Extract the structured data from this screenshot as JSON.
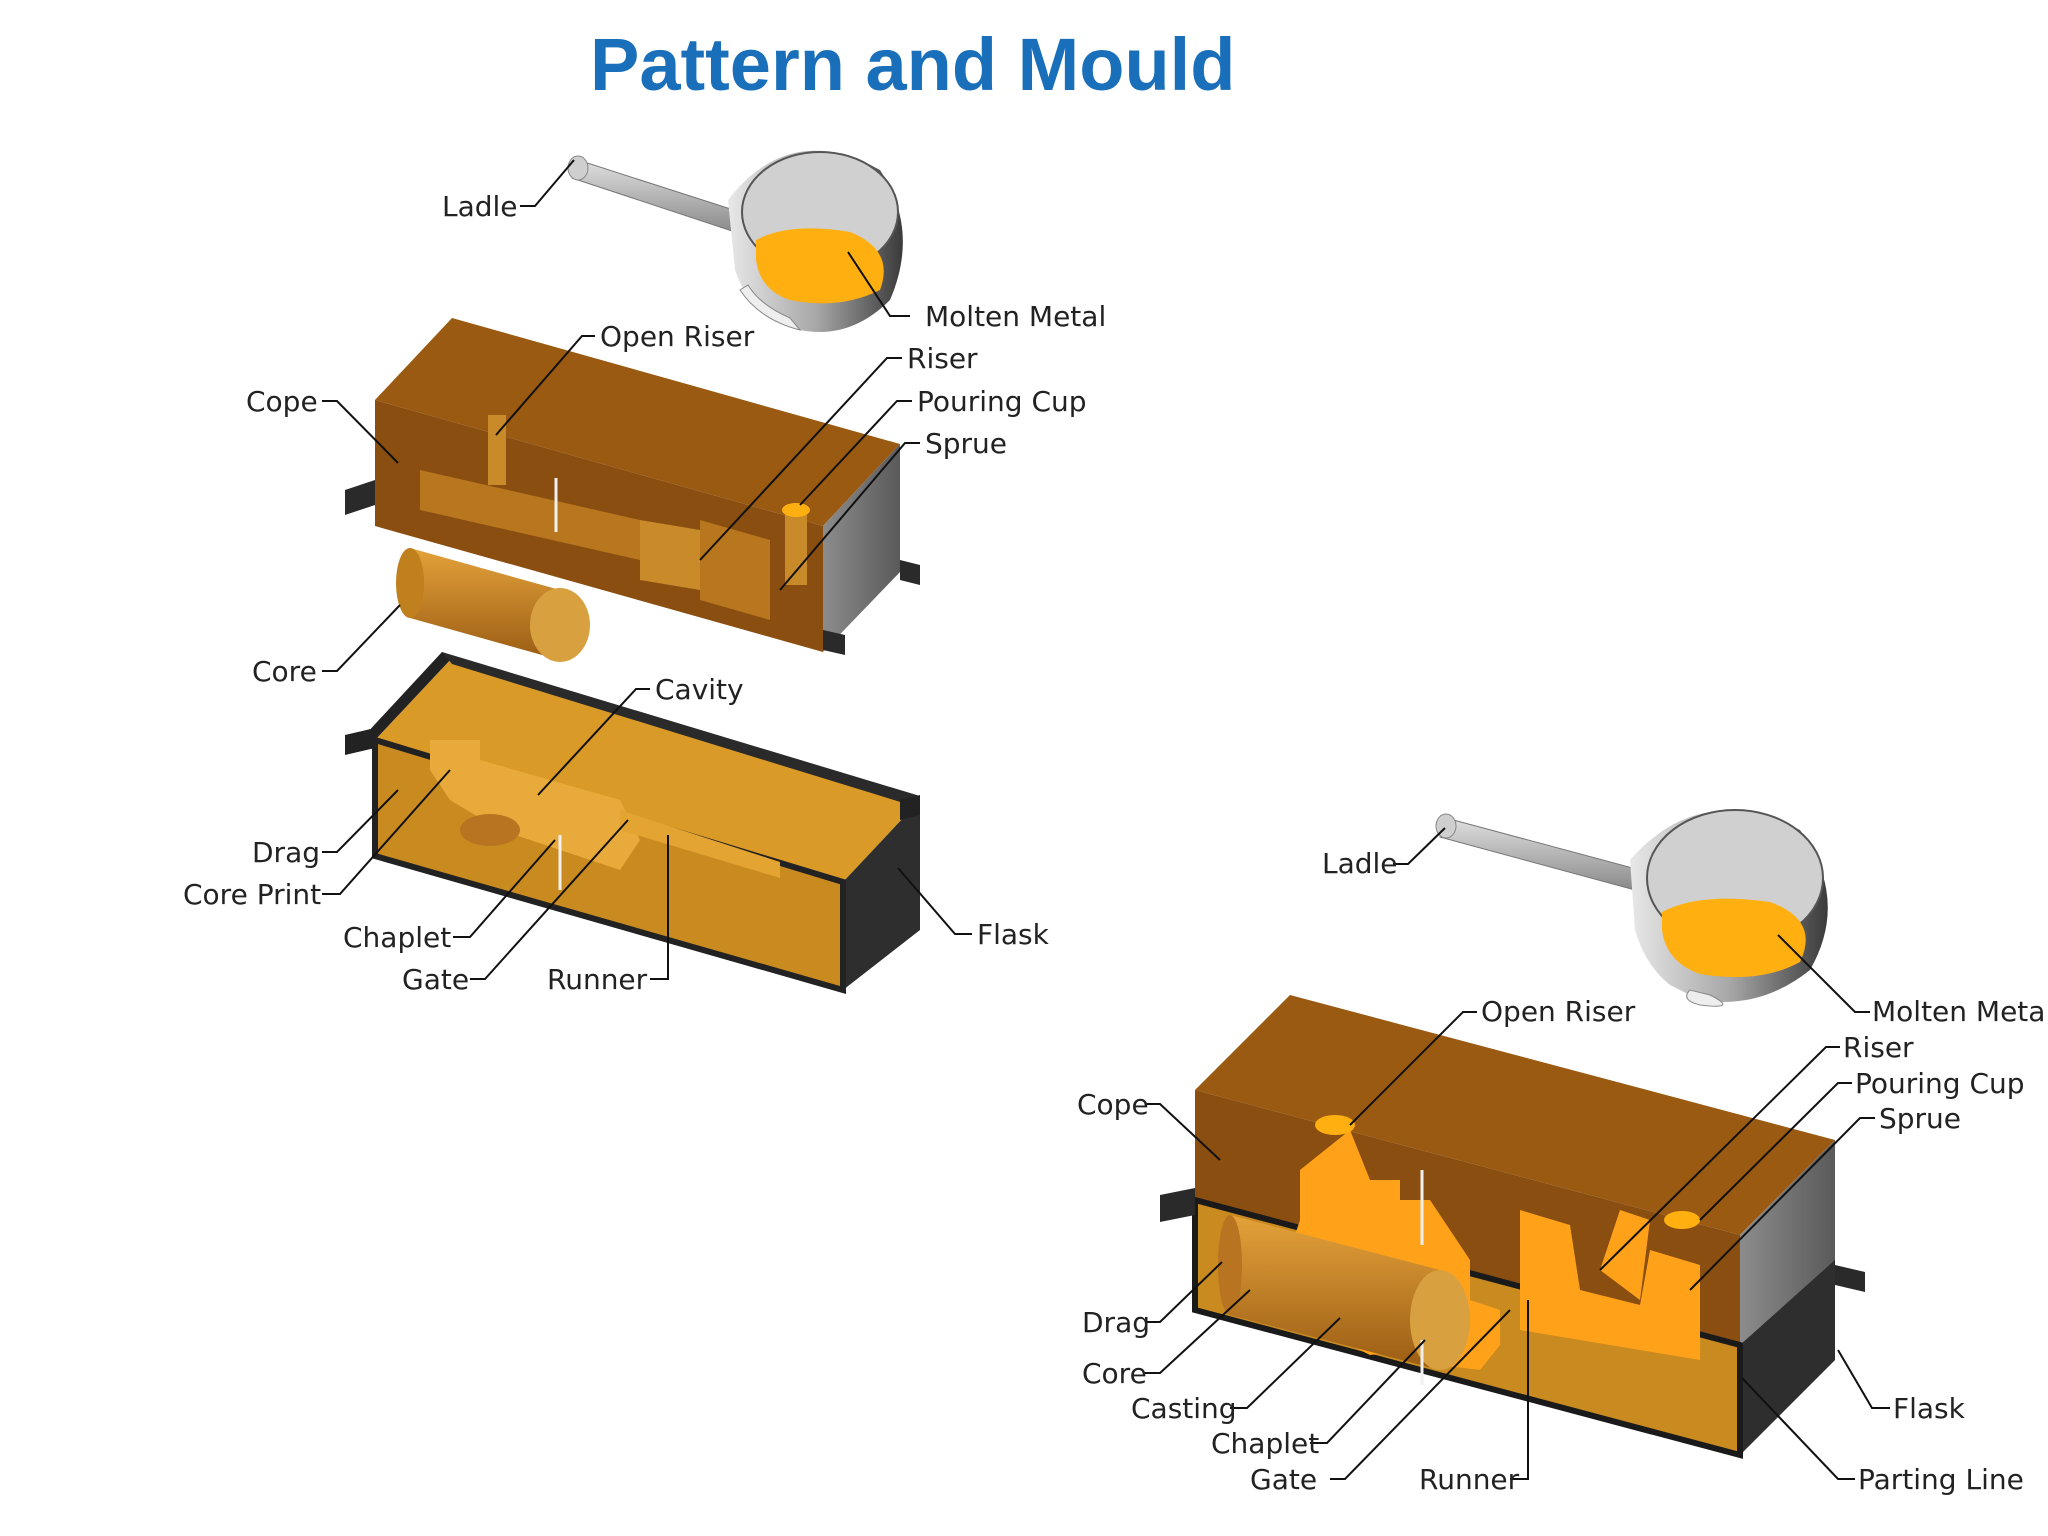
{
  "title": "Pattern and Mould",
  "colors": {
    "title": "#1a6fbb",
    "sand_dark": "#9a5a12",
    "sand_light": "#d99a28",
    "molten_metal": "#ffb010",
    "flask_gray": "#6a6a6a",
    "flask_dark": "#1e1e1e"
  },
  "left": {
    "ladle": "Ladle",
    "molten_metal": "Molten Metal",
    "open_riser": "Open Riser",
    "riser": "Riser",
    "pouring_cup": "Pouring Cup",
    "sprue": "Sprue",
    "cope": "Cope",
    "core": "Core",
    "cavity": "Cavity",
    "drag": "Drag",
    "core_print": "Core Print",
    "chaplet": "Chaplet",
    "gate": "Gate",
    "runner": "Runner",
    "flask": "Flask"
  },
  "right": {
    "ladle": "Ladle",
    "molten_metal": "Molten Metal",
    "open_riser": "Open Riser",
    "riser": "Riser",
    "pouring_cup": "Pouring Cup",
    "sprue": "Sprue",
    "cope": "Cope",
    "drag": "Drag",
    "core": "Core",
    "casting": "Casting",
    "chaplet": "Chaplet",
    "gate": "Gate",
    "runner": "Runner",
    "flask": "Flask",
    "parting_line": "Parting Line"
  }
}
